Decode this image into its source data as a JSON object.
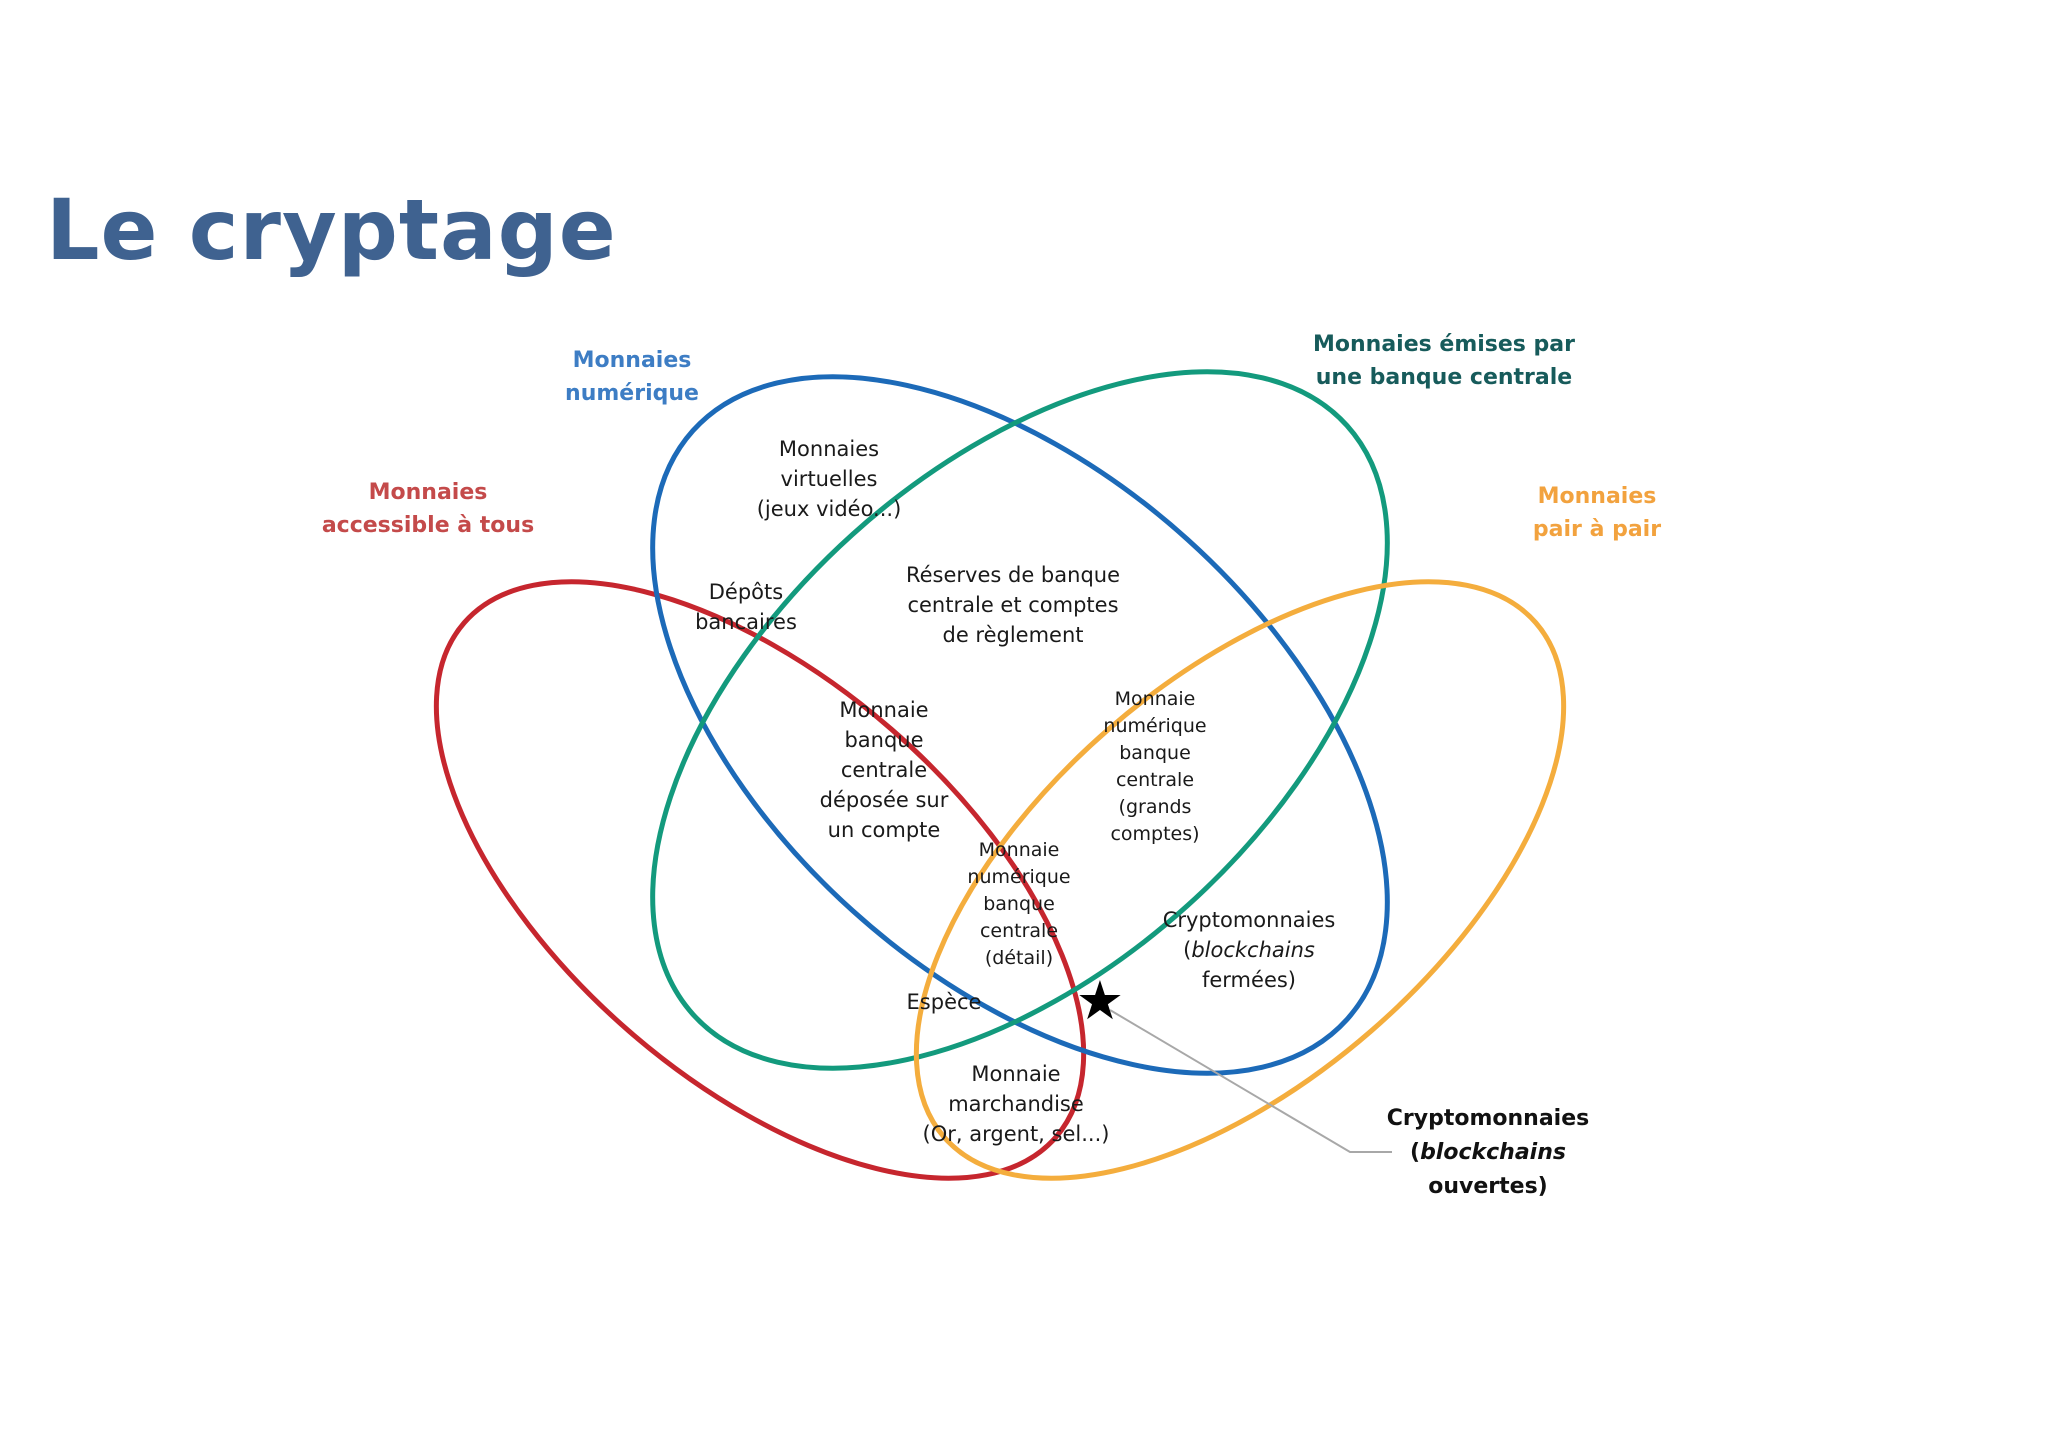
{
  "title": "Le cryptage",
  "colors": {
    "title": "#3f6290",
    "set_red": "#c6262e",
    "set_blue": "#1c6ab8",
    "set_green": "#139a7d",
    "set_orange": "#f4ad3d"
  },
  "sets": {
    "red": {
      "label_1": "Monnaies",
      "label_2": "accessible à tous"
    },
    "blue": {
      "label_1": "Monnaies",
      "label_2": "numérique"
    },
    "green": {
      "label_1": "Monnaies émises par",
      "label_2": "une banque centrale"
    },
    "orange": {
      "label_1": "Monnaies",
      "label_2": "pair à pair"
    }
  },
  "regions": {
    "virtual": {
      "l1": "Monnaies",
      "l2": "virtuelles",
      "l3": "(jeux vidéo...)"
    },
    "deposits": {
      "l1": "Dépôts",
      "l2": "bancaires"
    },
    "reserves": {
      "l1": "Réserves de banque",
      "l2": "centrale et comptes",
      "l3": "de règlement"
    },
    "cb_account": {
      "l1": "Monnaie",
      "l2": "banque",
      "l3": "centrale",
      "l4": "déposée sur",
      "l5": "un compte"
    },
    "cbdc_large": {
      "l1": "Monnaie",
      "l2": "numérique",
      "l3": "banque",
      "l4": "centrale",
      "l5": "(grands",
      "l6": "comptes)"
    },
    "cbdc_retail": {
      "l1": "Monnaie",
      "l2": "numérique",
      "l3": "banque",
      "l4": "centrale",
      "l5": "(détail)"
    },
    "crypto_closed": {
      "l1": "Cryptomonnaies",
      "l2_open": "(",
      "l2_em": "blockchains",
      "l3": "fermées)"
    },
    "cash": {
      "l1": "Espèce"
    },
    "commodity": {
      "l1": "Monnaie",
      "l2": "marchandise",
      "l3": "(Or, argent, sel...)"
    }
  },
  "callout": {
    "marker": "★",
    "l1": "Cryptomonnaies",
    "l2_open": "(",
    "l2_em": "blockchains",
    "l3": "ouvertes)"
  },
  "icons": {
    "open_crypto_marker": "star-icon"
  }
}
